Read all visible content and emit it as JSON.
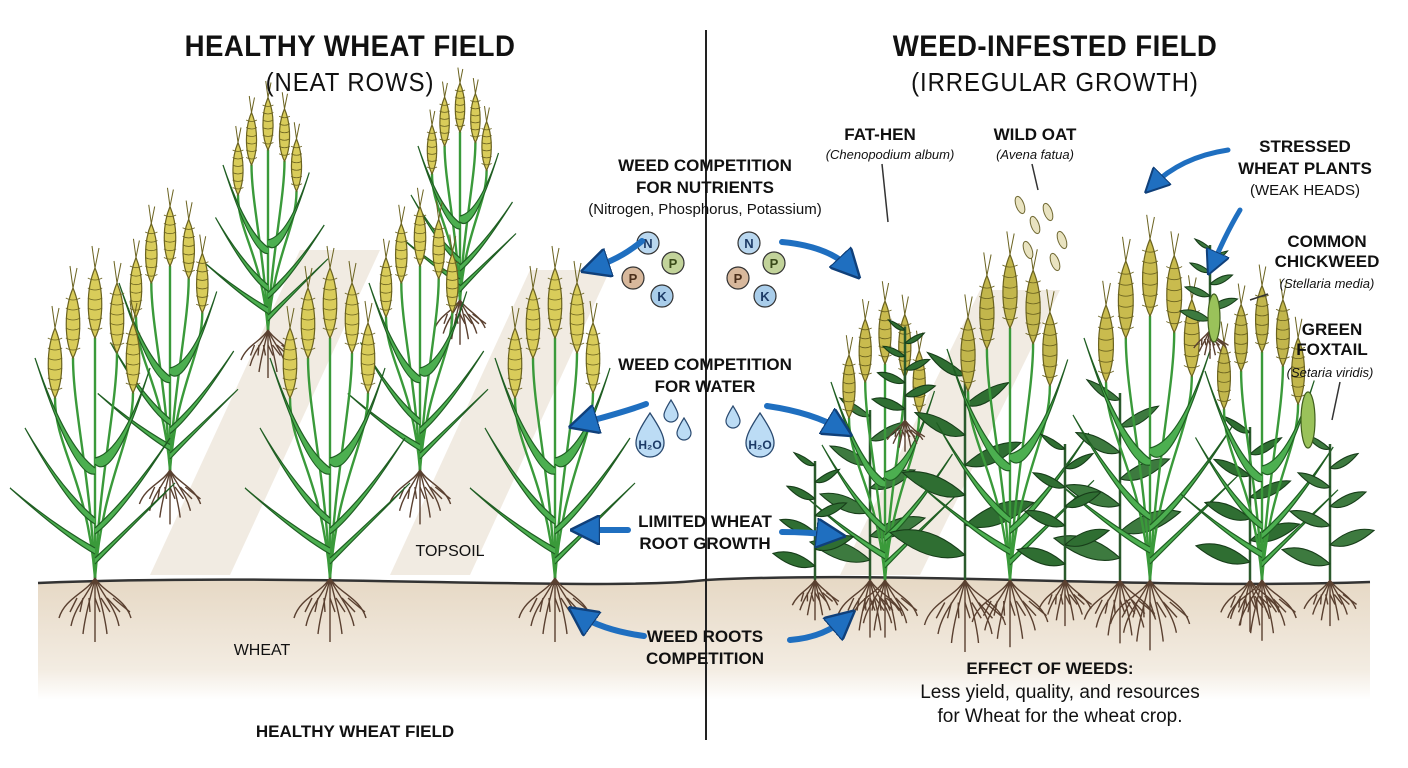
{
  "left_panel": {
    "title": "HEALTHY WHEAT FIELD",
    "subtitle": "(NEAT ROWS)",
    "topsoil_label": "TOPSOIL",
    "wheat_label": "WHEAT",
    "bottom_label": "HEALTHY WHEAT FIELD"
  },
  "right_panel": {
    "title": "WEED-INFESTED FIELD",
    "subtitle": "(IRREGULAR GROWTH)",
    "weeds": [
      {
        "name": "FAT-HEN",
        "scientific": "(Chenopodium album)"
      },
      {
        "name": "WILD OAT",
        "scientific": "(Avena fatua)"
      },
      {
        "name": "COMMON CHICKWEED",
        "scientific": "(Stellaria media)"
      },
      {
        "name": "GREEN FOXTAIL",
        "scientific": "(Setaria viridis)"
      }
    ],
    "stressed": {
      "line1": "STRESSED",
      "line2": "WHEAT PLANTS",
      "line3": "(WEAK HEADS)"
    },
    "effect": {
      "heading": "EFFECT OF WEEDS:",
      "line1": "Less yield, quality, and resources",
      "line2": "for Wheat for the wheat crop."
    }
  },
  "center": {
    "nutrients": {
      "line1": "WEED COMPETITION",
      "line2": "FOR NUTRIENTS",
      "detail": "(Nitrogen, Phosphorus, Potassium)"
    },
    "water": {
      "line1": "WEED COMPETITION",
      "line2": "FOR WATER"
    },
    "root_growth": {
      "line1": "LIMITED WHEAT",
      "line2": "ROOT GROWTH"
    },
    "roots": {
      "line1": "WEED ROOTS",
      "line2": "COMPETITION"
    },
    "nutrient_symbols": {
      "n": "N",
      "p": "P",
      "k": "K"
    },
    "water_symbol": "H₂O"
  },
  "colors": {
    "arrow": "#1f6fc0",
    "soil": "#e8dccb",
    "wheat_head": "#d9cc5a",
    "stem": "#3a9a3a",
    "weed": "#2f6e32",
    "n_circle": "#b9d7ef",
    "p_circle": "#d8b89c",
    "p_circle_right": "#c2d39a",
    "k_circle": "#a9cdea"
  }
}
